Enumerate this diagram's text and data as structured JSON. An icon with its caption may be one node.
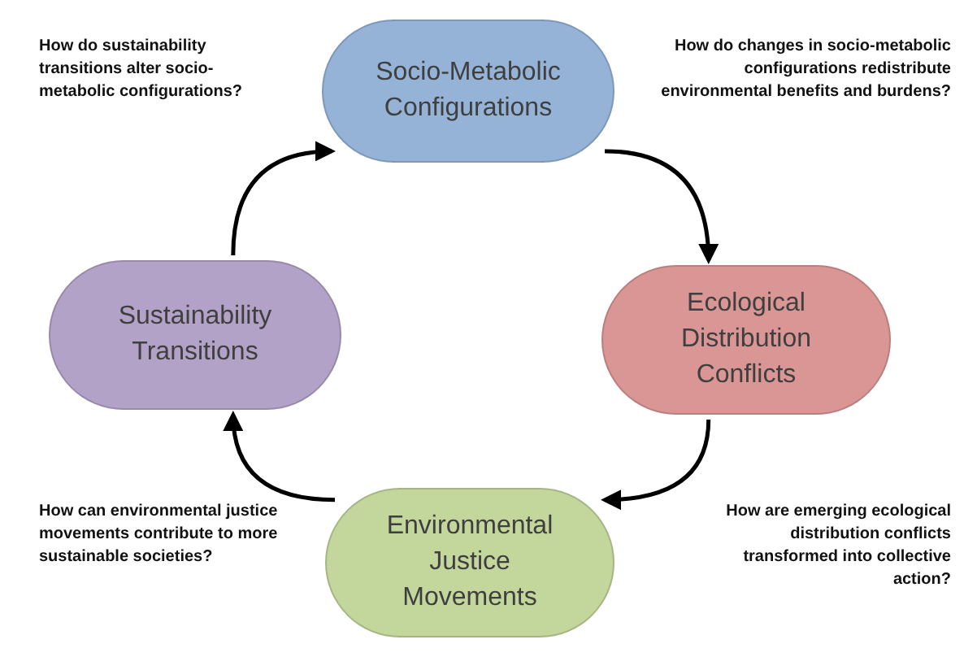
{
  "diagram": {
    "nodes": [
      {
        "text": [
          "Socio-Metabolic Configurations"
        ]
      },
      {
        "text": [
          "Ecological Distribution Conflicts"
        ]
      },
      {
        "text": [
          "Environmental Justice Movements"
        ]
      },
      {
        "text": [
          "Sustainability Transitions"
        ]
      }
    ],
    "edges": [
      {
        "from": 3,
        "to": 0,
        "arrow": "to"
      },
      {
        "from": 0,
        "to": 1,
        "arrow": "to"
      },
      {
        "from": 1,
        "to": 2,
        "arrow": "to"
      },
      {
        "from": 2,
        "to": 3,
        "arrow": "to"
      }
    ],
    "labels": [
      "How do sustainability transitions alter socio-metabolic configurations?",
      "How do changes in socio-metabolic configurations redistribute environmental benefits and burdens?",
      "How can environmental justice movements contribute to more sustainable societies?",
      "How are emerging ecological distribution conflicts transformed into collective action?"
    ]
  }
}
